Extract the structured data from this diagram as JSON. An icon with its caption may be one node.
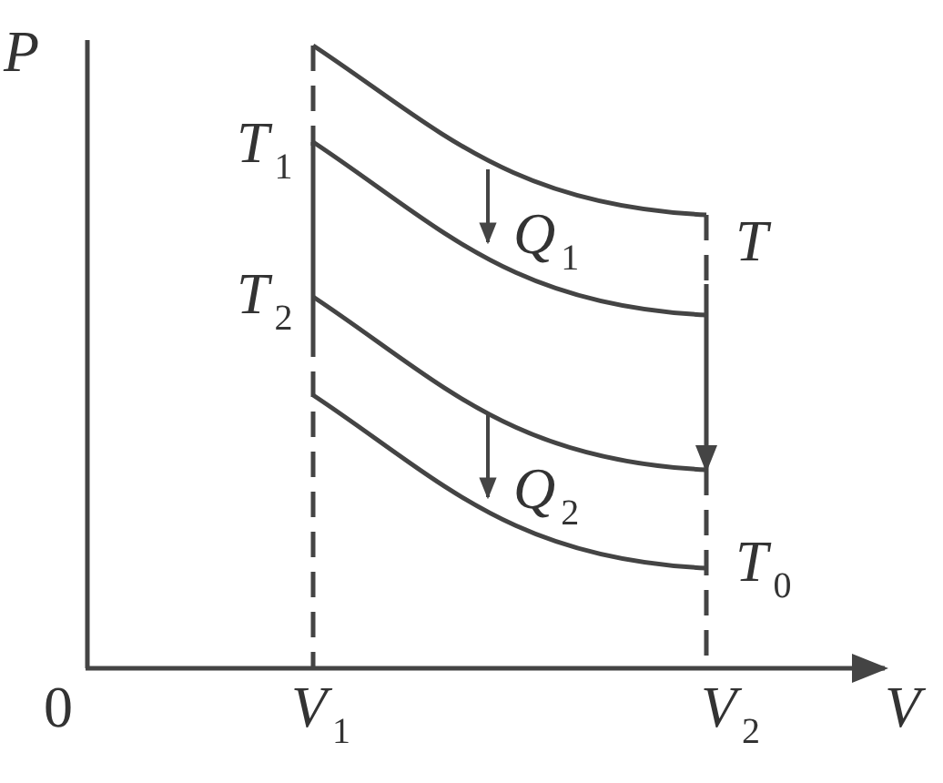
{
  "diagram": {
    "labels": [
      "P",
      "0",
      "V$_{1}$",
      "V$_{2}$",
      "V",
      "T$_{1}$",
      "T$_{2}$",
      "T",
      "T$_{0}$",
      "Q$_{1}$",
      "Q$_{2}$"
    ]
  }
}
